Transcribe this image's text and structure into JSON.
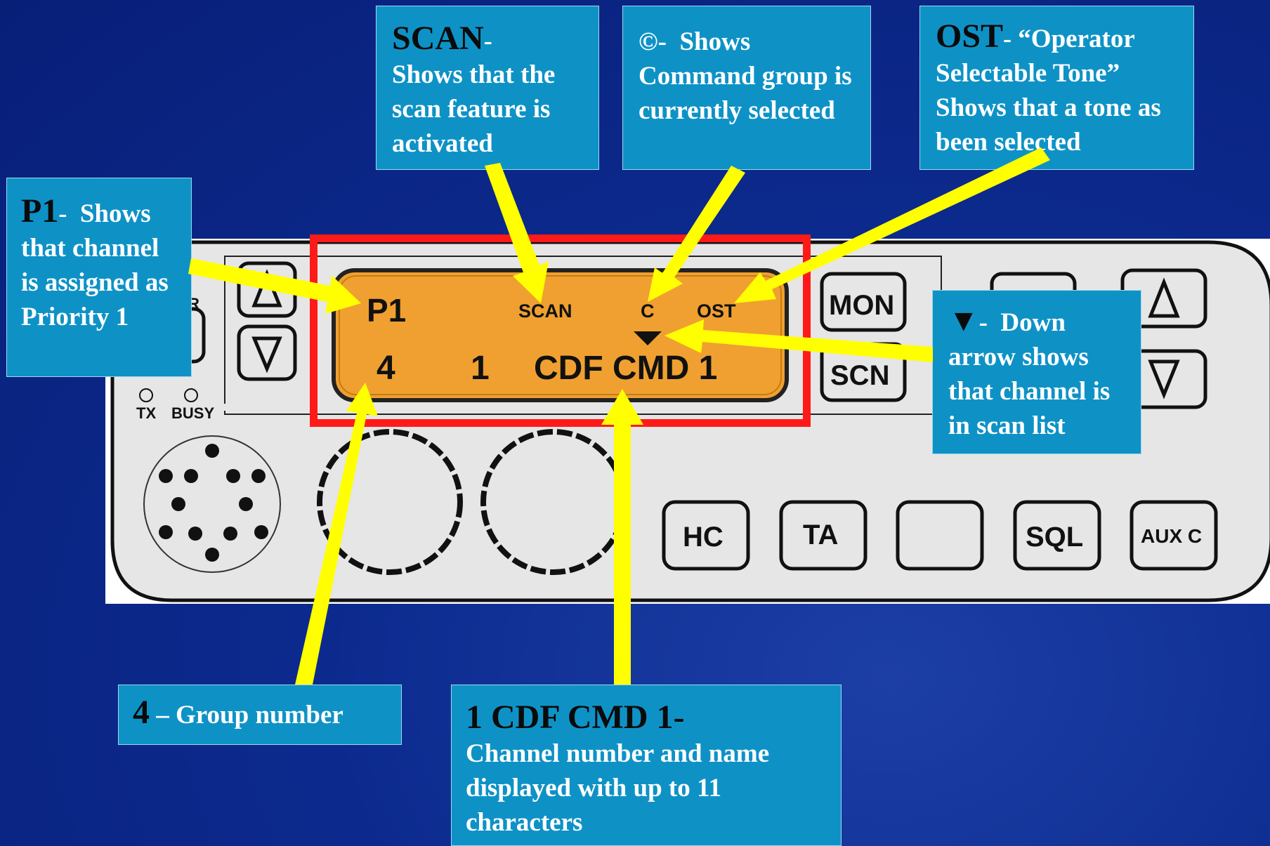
{
  "callouts": {
    "scan": {
      "lead": "SCAN",
      "tail": "-",
      "body": "Shows that the scan feature is activated"
    },
    "command": {
      "lead": "©",
      "tail": "-",
      "body": "Shows Command group is currently selected"
    },
    "ost": {
      "lead": "OST",
      "tail": "-",
      "body": "“Operator Selectable Tone” Shows that a tone as been selected"
    },
    "p1": {
      "lead": "P1",
      "tail": "-",
      "body": "Shows that channel is assigned as Priority 1"
    },
    "down_arrow": {
      "lead": "▼",
      "tail": "-",
      "body": "Down arrow shows that channel is in scan list"
    },
    "group": {
      "lead": "4",
      "tail": " – Group number"
    },
    "channel": {
      "lead": "1  CDF CMD 1",
      "tail": "-",
      "body": "Channel number and name displayed with up to 11 characters"
    }
  },
  "radio": {
    "lcd": {
      "p1": "P1",
      "scan": "SCAN",
      "c": "C",
      "ost": "OST",
      "group": "4",
      "channel_number": "1",
      "channel_name": "CDF CMD 1"
    },
    "indicators": {
      "tx": "TX",
      "busy": "BUSY",
      "partial_label": "R"
    },
    "buttons": {
      "mon": "MON",
      "scn": "SCN",
      "hc": "HC",
      "ta": "TA",
      "sql": "SQL",
      "aux": "AUX C"
    }
  },
  "colors": {
    "background": "#0a2488",
    "callout": "#0e92c6",
    "lcd": "#f0a030",
    "highlight_box": "#ff1a1a",
    "arrows": "#ffff00",
    "radio_body": "#e6e6e6"
  }
}
